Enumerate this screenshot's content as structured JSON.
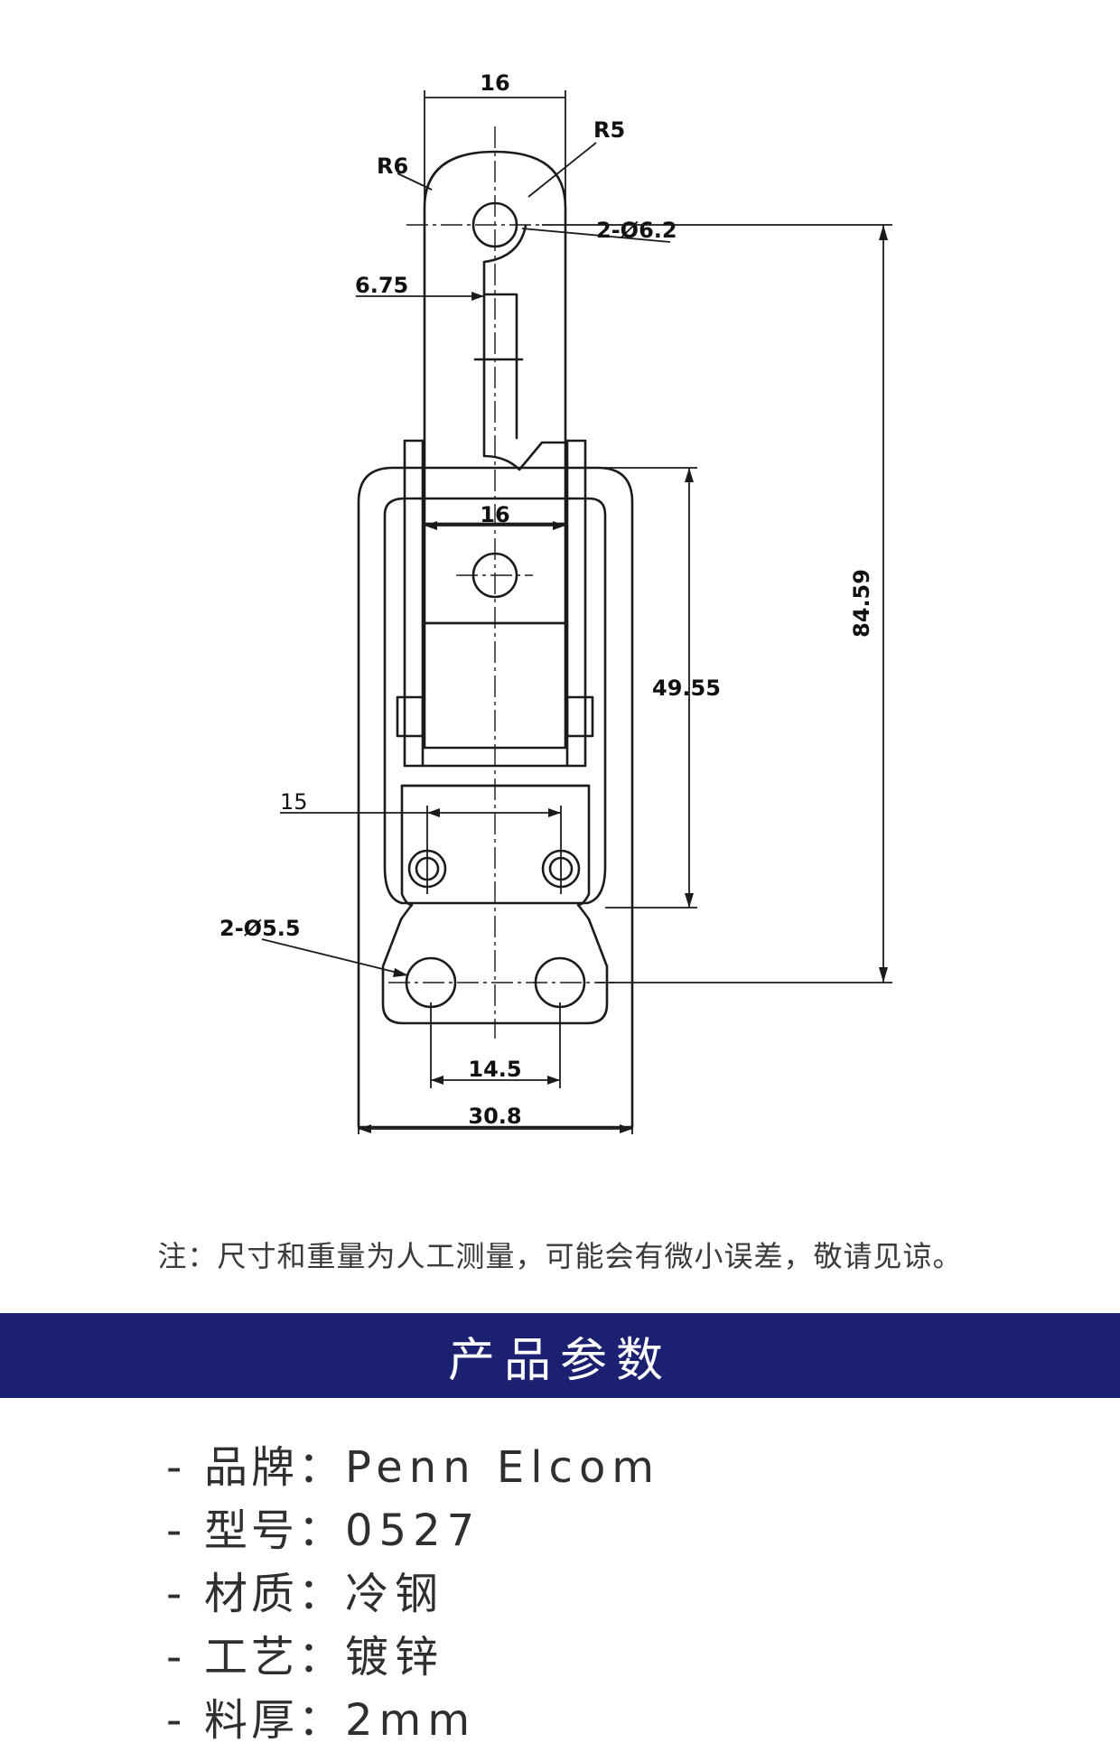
{
  "drawing": {
    "dimensions": {
      "top_width": "16",
      "r_left": "R6",
      "r_right": "R5",
      "top_hole": "2-Ø6.2",
      "offset": "6.75",
      "mid_width": "16",
      "height_mid": "49.55",
      "height_total": "84.59",
      "hole_spacing_top": "15",
      "bottom_holes": "2-Ø5.5",
      "hole_spacing_bottom": "14.5",
      "base_width": "30.8"
    }
  },
  "note": "注：尺寸和重量为人工测量，可能会有微小误差，敬请见谅。",
  "banner": {
    "title": "产品参数"
  },
  "params": [
    {
      "dash": "-",
      "label": "品牌：",
      "value": "Penn Elcom"
    },
    {
      "dash": "-",
      "label": "型号：",
      "value": "0527"
    },
    {
      "dash": "-",
      "label": "材质：",
      "value": "冷钢"
    },
    {
      "dash": "-",
      "label": "工艺：",
      "value": "镀锌"
    },
    {
      "dash": "-",
      "label": "料厚：",
      "value": "2mm"
    }
  ]
}
